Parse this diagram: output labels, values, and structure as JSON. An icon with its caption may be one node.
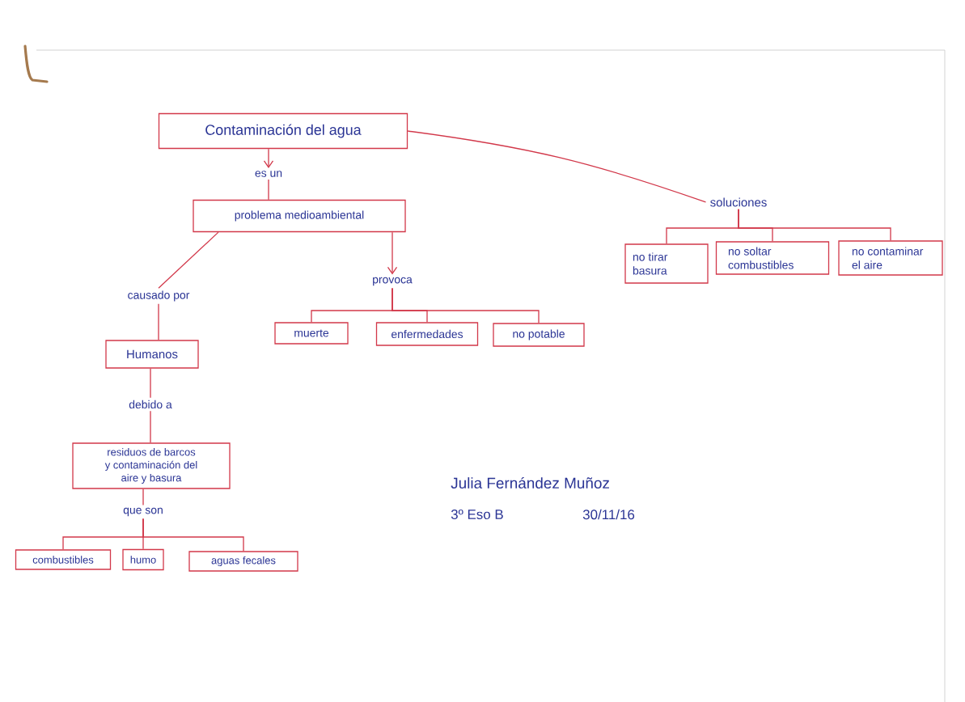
{
  "diagram": {
    "nodes": [
      {
        "text": [
          "Contaminación del agua"
        ]
      },
      {
        "text": [
          "es un"
        ]
      },
      {
        "text": [
          "soluciones"
        ]
      },
      {
        "text": [
          "problema medioambiental"
        ]
      },
      {
        "text": [
          "no tirar basura"
        ]
      },
      {
        "text": [
          "no soltar combustibles"
        ]
      },
      {
        "text": [
          "no contaminar el aire"
        ]
      },
      {
        "text": [
          "causado por"
        ]
      },
      {
        "text": [
          "provoca"
        ]
      },
      {
        "text": [
          "muerte"
        ]
      },
      {
        "text": [
          "enfermedades"
        ]
      },
      {
        "text": [
          "no potable"
        ]
      },
      {
        "text": [
          "Humanos"
        ]
      },
      {
        "text": [
          "debido a"
        ]
      },
      {
        "text": [
          "residuos de barcos y contaminación del aire y basura"
        ]
      },
      {
        "text": [
          "que son"
        ]
      },
      {
        "text": [
          "combustibles"
        ]
      },
      {
        "text": [
          "humo"
        ]
      },
      {
        "text": [
          "aguas fecales"
        ]
      }
    ],
    "edges": [
      {
        "from": 0,
        "to": 1,
        "arrow": "to"
      },
      {
        "from": 1,
        "to": 3,
        "arrow": "none"
      },
      {
        "from": 0,
        "to": 2,
        "arrow": "none"
      },
      {
        "from": 2,
        "to": 4,
        "arrow": "none"
      },
      {
        "from": 2,
        "to": 5,
        "arrow": "none"
      },
      {
        "from": 2,
        "to": 6,
        "arrow": "none"
      },
      {
        "from": 3,
        "to": 7,
        "arrow": "none"
      },
      {
        "from": 3,
        "to": 8,
        "arrow": "to"
      },
      {
        "from": 8,
        "to": 9,
        "arrow": "none"
      },
      {
        "from": 8,
        "to": 10,
        "arrow": "none"
      },
      {
        "from": 8,
        "to": 11,
        "arrow": "none"
      },
      {
        "from": 7,
        "to": 12,
        "arrow": "none"
      },
      {
        "from": 12,
        "to": 13,
        "arrow": "none"
      },
      {
        "from": 13,
        "to": 14,
        "arrow": "none"
      },
      {
        "from": 14,
        "to": 15,
        "arrow": "none"
      },
      {
        "from": 15,
        "to": 16,
        "arrow": "none"
      },
      {
        "from": 15,
        "to": 17,
        "arrow": "none"
      },
      {
        "from": 15,
        "to": 18,
        "arrow": "none"
      }
    ],
    "labels": [
      "Julia Fernández Muñoz",
      "3º Eso B",
      "30/11/16"
    ]
  }
}
